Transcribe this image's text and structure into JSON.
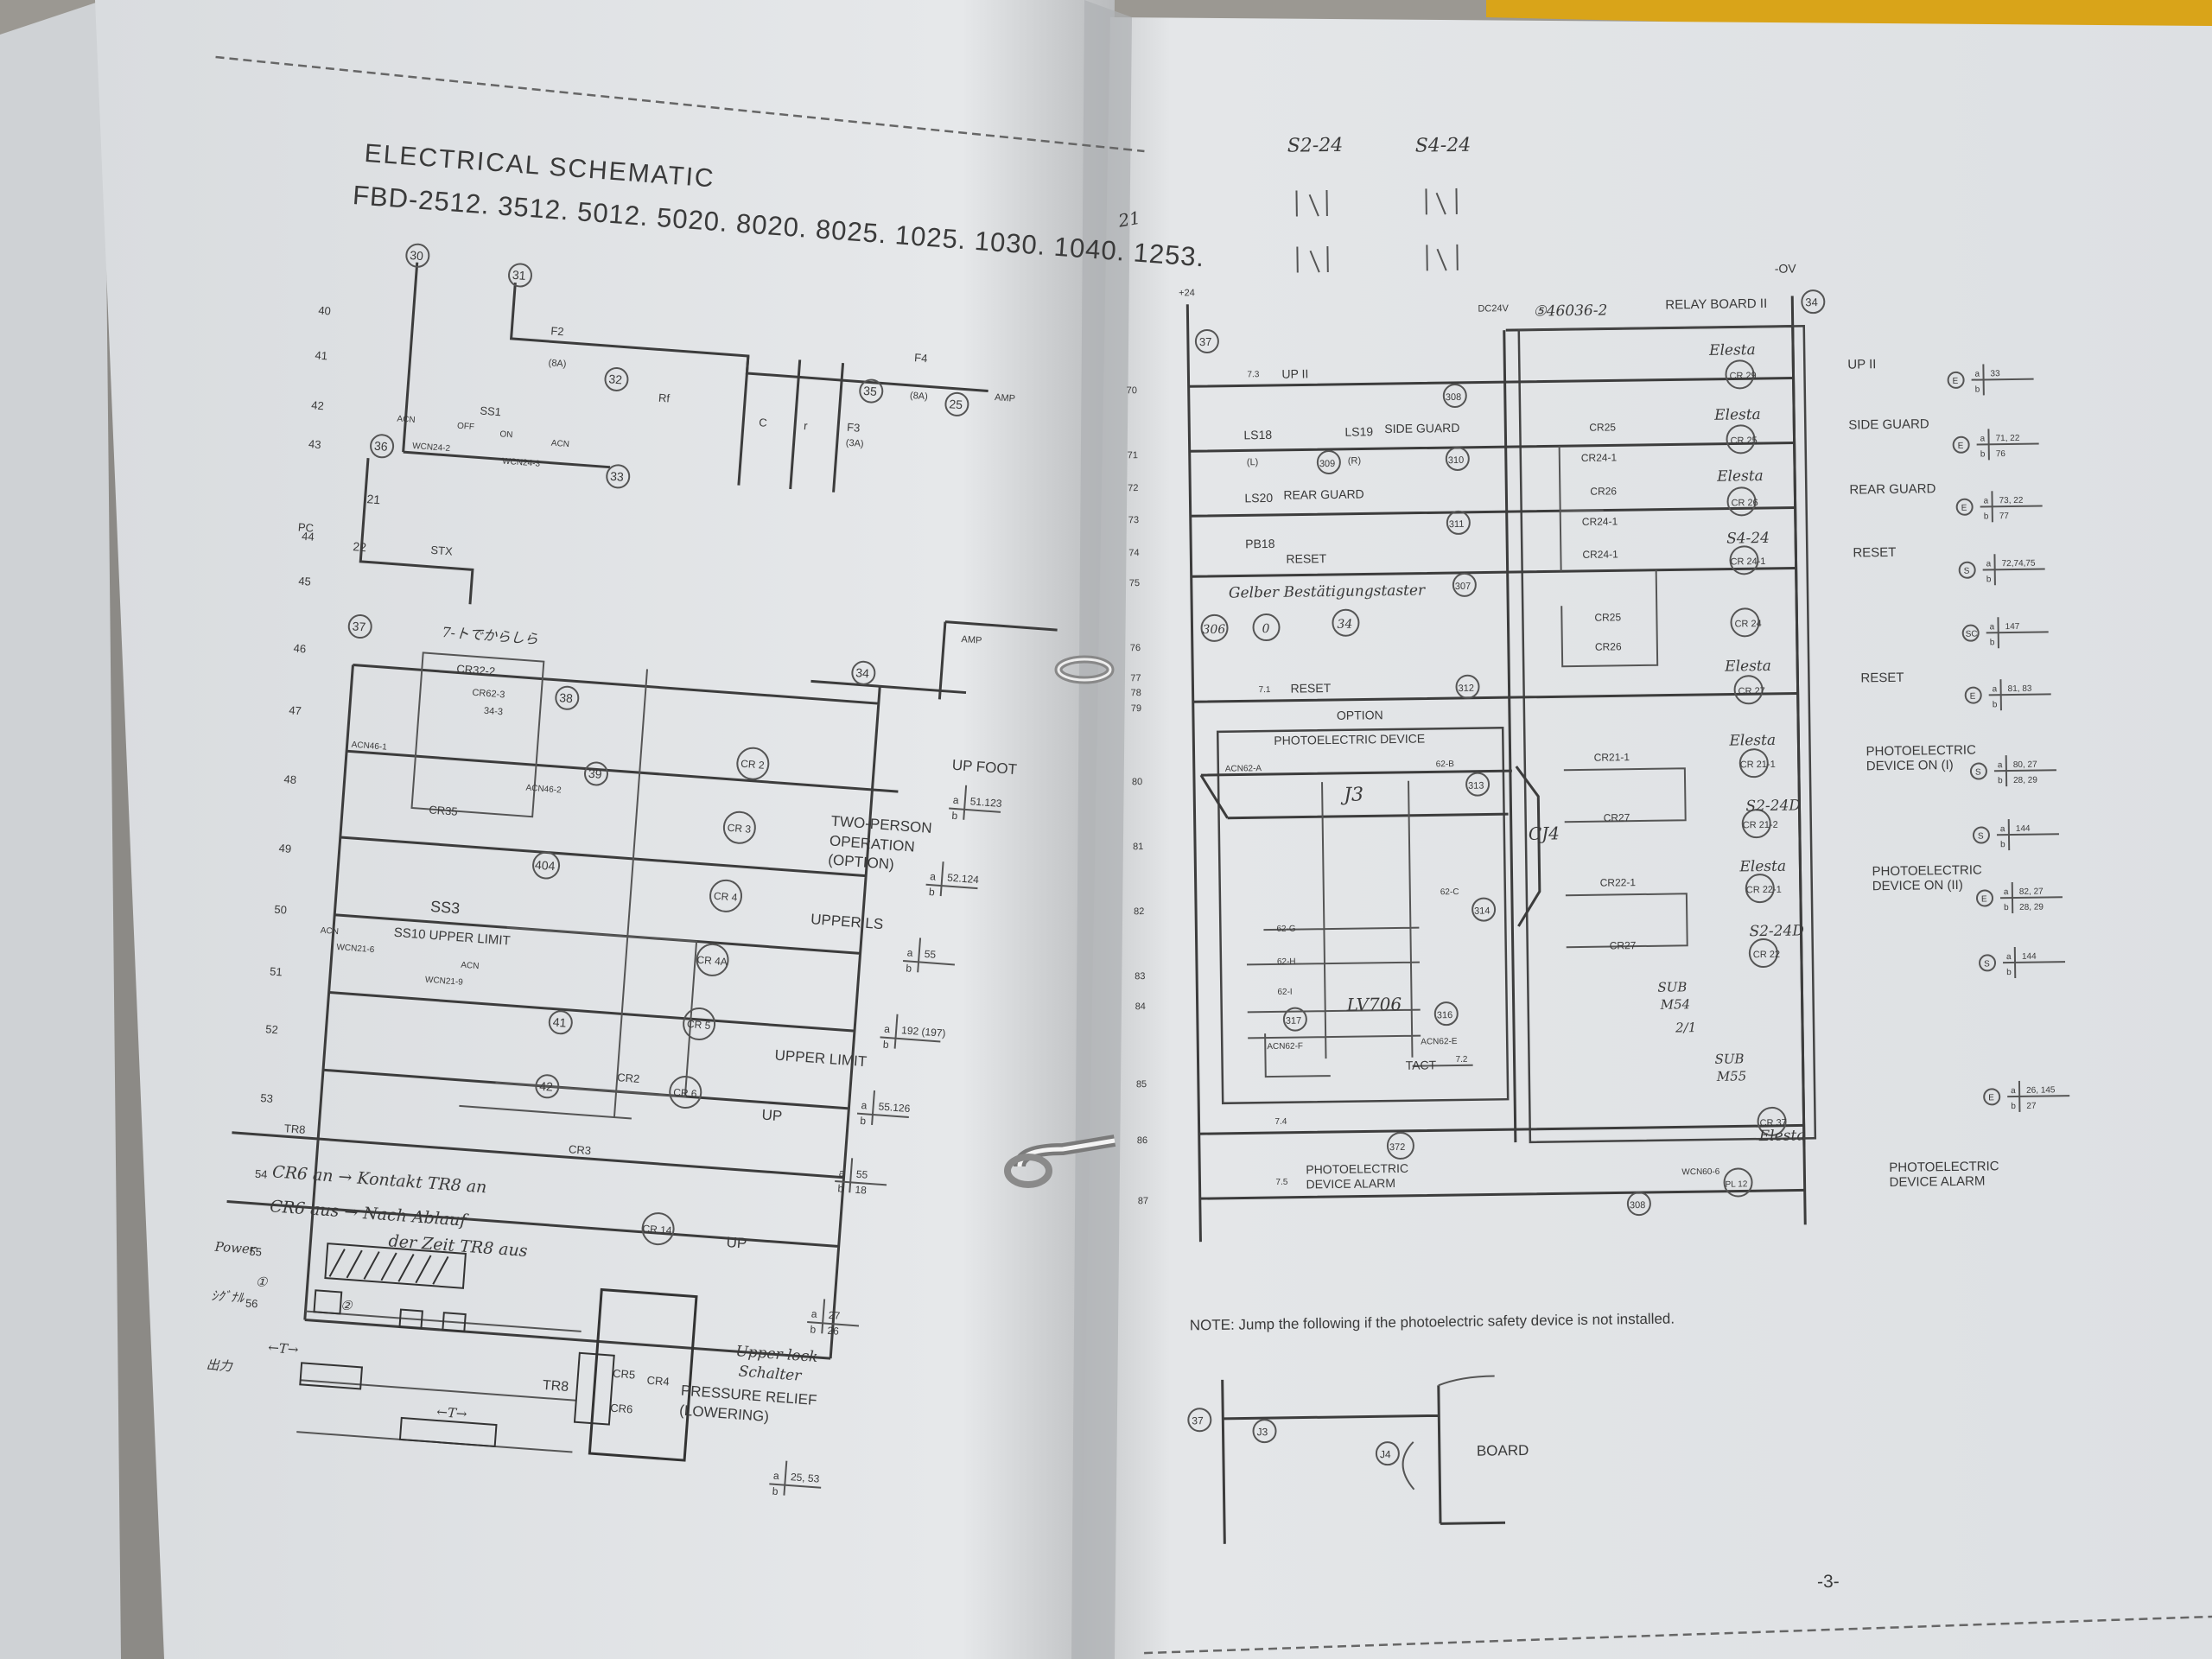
{
  "left_page": {
    "title": "ELECTRICAL SCHEMATIC",
    "models": "FBD-2512. 3512. 5012. 5020. 8020. 8025. 1025. 1030. 1040. 1253.",
    "line_numbers": [
      "40",
      "41",
      "42",
      "43",
      "44",
      "45",
      "46",
      "47",
      "48",
      "49",
      "50",
      "51",
      "52",
      "53",
      "54",
      "55",
      "56"
    ],
    "node_labels": [
      "30",
      "31",
      "32",
      "33",
      "35",
      "25",
      "36",
      "21",
      "22",
      "37",
      "38",
      "39",
      "34",
      "404",
      "41",
      "42"
    ],
    "components": {
      "f2": "F2",
      "f2_rating": "(8A)",
      "f4": "F4",
      "f4_rating": "(8A)",
      "f3": "F3",
      "f3_rating": "(3A)",
      "rf": "Rf",
      "c": "C",
      "r": "r",
      "amp": "AMP",
      "amp2": "AMP",
      "ss1": "SS1",
      "off": "OFF",
      "on": "ON",
      "acn_a": "ACN",
      "wcn24_2": "WCN24-2",
      "acn_b": "ACN",
      "wcn24_3": "WCN24-3",
      "pc": "PC",
      "stx": "STX",
      "cr32": "CR32-2",
      "cr62": "CR62-3",
      "cr34": "34-3",
      "acn46_1": "ACN46-1",
      "acn46_2": "ACN46-2",
      "cr35": "CR35",
      "ss3": "SS3",
      "ss10": "SS10 UPPER LIMIT",
      "acn_c": "ACN",
      "wcn21_6": "WCN21-6",
      "acn_d": "ACN",
      "wcn21_9": "WCN21-9",
      "cr2": "CR2",
      "cr3": "CR3",
      "tr8": "TR8",
      "cr5": "CR5",
      "cr4": "CR4",
      "cr6": "CR6",
      "tr8_box": "TR8"
    },
    "relay_coils": [
      "CR 2",
      "CR 3",
      "CR 4",
      "CR 4A",
      "CR 5",
      "CR 6",
      "CR 14"
    ],
    "function_labels": {
      "up_foot": "UP FOOT",
      "two_person": "TWO-PERSON",
      "operation": "OPERATION",
      "option": "(OPTION)",
      "upper_ls": "UPPER LS",
      "upper_limit": "UPPER LIMIT",
      "up1": "UP",
      "up2": "UP",
      "pressure_relief": "PRESSURE RELIEF",
      "lowering": "(LOWERING)"
    },
    "contact_refs": [
      {
        "a": "a",
        "b": "b",
        "v": "51.123"
      },
      {
        "a": "a",
        "b": "b",
        "v": "52.124"
      },
      {
        "a": "a",
        "b": "b",
        "v": "55"
      },
      {
        "a": "a",
        "b": "b",
        "v": "192 (197)"
      },
      {
        "a": "a",
        "b": "b",
        "v": "55.126"
      },
      {
        "a": "a",
        "b": "b",
        "v": "55",
        "w": "18"
      },
      {
        "a": "a",
        "b": "b",
        "v": "27",
        "w": "26"
      },
      {
        "a": "a",
        "b": "b",
        "v": "25, 53"
      }
    ],
    "handwriting": {
      "japanese": "7-トでからしら",
      "cr6_on": "CR6 an → Kontakt TR8 an",
      "cr6_off": "CR6 aus → Nach Ablauf",
      "cr6_off2": "der Zeit TR8 aus",
      "upper_lock": "Upper lock",
      "schalter": "Schalter",
      "power": "Power",
      "signal": "ｼｸﾞﾅﾙ",
      "output": "出力",
      "t1": "←T→",
      "t2": "←T→",
      "n1": "①",
      "n2": "②"
    }
  },
  "right_page": {
    "hand_top": {
      "a": "S2-24",
      "b": "S4-24"
    },
    "dc24v": "DC24V",
    "p24": "+24",
    "ov": "-OV",
    "board_ref": "⑤46036-2",
    "relay_board": "RELAY BOARD II",
    "node34": "34",
    "node37": "37",
    "line_numbers": [
      "70",
      "71",
      "72",
      "73",
      "74",
      "75",
      "76",
      "77",
      "78",
      "79",
      "80",
      "81",
      "82",
      "83",
      "84",
      "85",
      "86",
      "87"
    ],
    "rows": {
      "up2": "UP II",
      "up2_ref": "7.3",
      "n308": "308",
      "ls18": "LS18",
      "ls18_sub": "(L)",
      "ls19": "LS19",
      "ls19_sub": "(R)",
      "side_guard": "SIDE GUARD",
      "n309": "309",
      "n310": "310",
      "ls20": "LS20",
      "rear_guard": "REAR GUARD",
      "n311": "311",
      "pb18": "PB18",
      "reset": "RESET",
      "gelber": "Gelber Bestätigungstaster",
      "n307": "307",
      "n306": "306",
      "n0": "0",
      "n34b": "34",
      "reset2_ref": "7.1",
      "reset2": "RESET",
      "n312": "312",
      "option": "OPTION",
      "photo_dev": "PHOTOELECTRIC DEVICE",
      "acn62a": "ACN62-A",
      "n62b": "62-B",
      "j3": "J3",
      "n313": "313",
      "cj4": "CJ4",
      "n62c": "62-C",
      "n314": "314",
      "n62g": "62-G",
      "n62h": "62-H",
      "n62i": "62-I",
      "lv706": "LV706",
      "n317": "317",
      "acn62f": "ACN62-F",
      "n316": "316",
      "acn62e": "ACN62-E",
      "tact": "TACT",
      "tact_ref": "7.2",
      "r86_ref": "7.4",
      "n372": "372",
      "r87_ref": "7.5",
      "photo_alarm": "PHOTOELECTRIC",
      "photo_alarm2": "DEVICE ALARM",
      "wcn60": "WCN60-6",
      "pl": "PL 12",
      "n308b": "308"
    },
    "contacts": {
      "cr25": "CR25",
      "cr24_1a": "CR24-1",
      "cr26": "CR26",
      "cr24_1b": "CR24-1",
      "cr24_1c": "CR24-1",
      "cr25b": "CR25",
      "cr26b": "CR26",
      "cr21": "CR21-1",
      "cr27": "CR27",
      "cr22": "CR22-1",
      "cr27b": "CR27"
    },
    "coils": [
      "CR 29",
      "CR 25",
      "CR 26",
      "CR 24-1",
      "CR 24",
      "CR 27",
      "CR 21-1",
      "CR 21-2",
      "CR 22-1",
      "CR 22",
      "CR 37"
    ],
    "coil_hand": [
      "Elesta",
      "Elesta",
      "Elesta",
      "S4-24",
      "Elesta",
      "Elesta",
      "S2-24D",
      "Elesta",
      "S2-24D",
      "Elesta"
    ],
    "hand_notes": {
      "sub": "SUB",
      "m54": "M54",
      "z1": "2/1",
      "sub2": "SUB",
      "m55": "M55"
    },
    "function_labels": {
      "up2": "UP II",
      "side_guard": "SIDE GUARD",
      "rear_guard": "REAR GUARD",
      "reset": "RESET",
      "reset2": "RESET",
      "photo_on1": "PHOTOELECTRIC",
      "photo_on1b": "DEVICE ON (I)",
      "photo_on2": "PHOTOELECTRIC",
      "photo_on2b": "DEVICE ON (II)",
      "alarm": "PHOTOELECTRIC",
      "alarm2": "DEVICE ALARM"
    },
    "refs": [
      {
        "c": "E",
        "a": "a",
        "b": "b",
        "v": "33",
        "w": ""
      },
      {
        "c": "E",
        "a": "a",
        "b": "b",
        "v": "71, 22",
        "w": "76"
      },
      {
        "c": "E",
        "a": "a",
        "b": "b",
        "v": "73, 22",
        "w": "77"
      },
      {
        "c": "S",
        "a": "a",
        "b": "b",
        "v": "72,74,75",
        "w": ""
      },
      {
        "c": "SC",
        "a": "a",
        "b": "b",
        "v": "147",
        "w": ""
      },
      {
        "c": "E",
        "a": "a",
        "b": "b",
        "v": "81, 83",
        "w": ""
      },
      {
        "c": "S",
        "a": "a",
        "b": "b",
        "v": "80, 27",
        "w": "28, 29"
      },
      {
        "c": "S",
        "a": "a",
        "b": "b",
        "v": "144",
        "w": ""
      },
      {
        "c": "E",
        "a": "a",
        "b": "b",
        "v": "82, 27",
        "w": "28, 29"
      },
      {
        "c": "S",
        "a": "a",
        "b": "b",
        "v": "144",
        "w": ""
      },
      {
        "c": "E",
        "a": "a",
        "b": "b",
        "v": "26, 145",
        "w": "27"
      }
    ],
    "note": "NOTE:  Jump the following if the photoelectric safety device is not installed.",
    "jumper": {
      "n37": "37",
      "j3": "J3",
      "j4": "J4",
      "board": "BOARD"
    },
    "page_number": "-3-",
    "hand_21": "21"
  }
}
